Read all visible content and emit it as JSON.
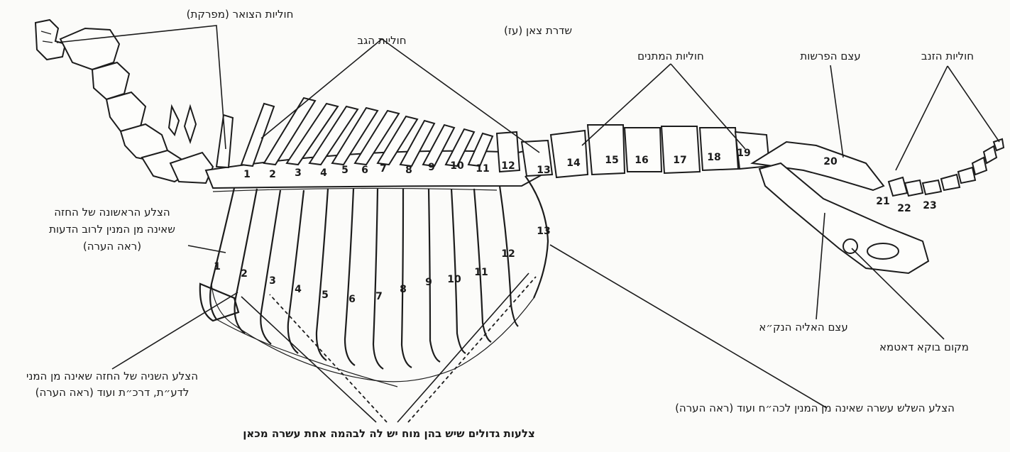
{
  "title": "שדרת צאן (עז)",
  "labels": {
    "neck_vertebrae": "חוליות הצואר (מפרקת)",
    "back_vertebrae": "חוליות הגב",
    "loin_vertebrae": "חוליות המתנים",
    "sacrum": "עצם הפרשות",
    "tail_vertebrae": "חוליות הזנב",
    "first_rib_l1": "הצלע הראשונה של החזה",
    "first_rib_l2": "שאינה מן המנין לרוב הדעות",
    "first_rib_l3": "(ראה הערה)",
    "second_rib_l1": "הצלע השניה של החזה שאינה מן המני",
    "second_rib_l2": "לדע״ת, דרכ״ת ועוד (ראה הערה)",
    "thirteenth_rib": "הצלע השלש עשרה שאינה מן המנין לכה״ח ועוד (ראה הערה)",
    "big_ribs": "צלעות גדולים שיש בהן מוח יש לה לבהמה אחת עשרה מכאן",
    "hip_bone": "עצם האליה הנק״א",
    "hip_socket": "מקום בוקא דאטמא"
  },
  "vertebra_numbers": [
    "1",
    "2",
    "3",
    "4",
    "5",
    "6",
    "7",
    "8",
    "9",
    "10",
    "11",
    "12",
    "13",
    "14",
    "15",
    "16",
    "17",
    "18",
    "19",
    "20",
    "21",
    "22",
    "23"
  ],
  "rib_numbers": [
    "1",
    "2",
    "3",
    "4",
    "5",
    "6",
    "7",
    "8",
    "9",
    "10",
    "11",
    "12",
    "13"
  ]
}
